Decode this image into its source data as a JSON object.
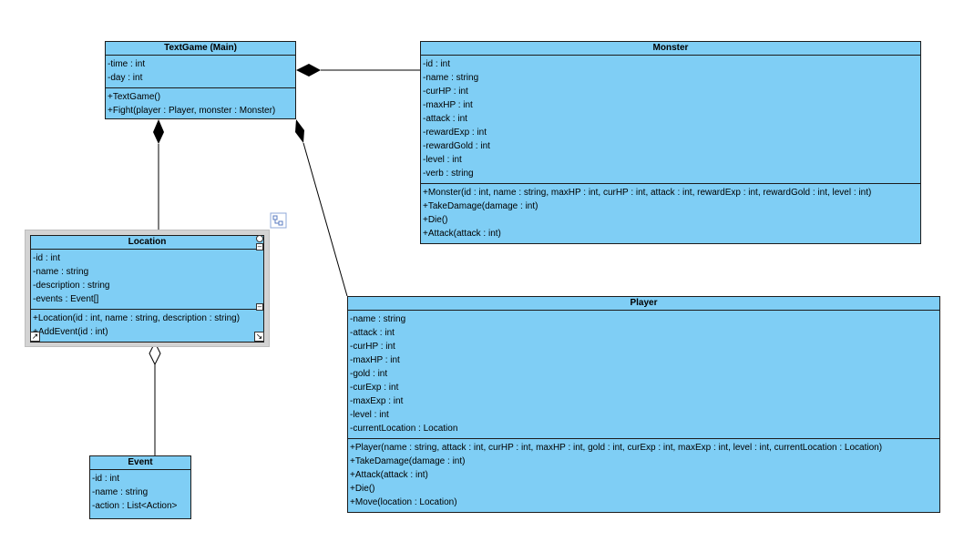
{
  "classes": {
    "textgame": {
      "name": "TextGame (Main)",
      "attributes": [
        "-time : int",
        "-day : int"
      ],
      "operations": [
        "+TextGame()",
        "+Fight(player : Player, monster : Monster)"
      ]
    },
    "monster": {
      "name": "Monster",
      "attributes": [
        "-id : int",
        "-name : string",
        "-curHP : int",
        "-maxHP : int",
        "-attack : int",
        "-rewardExp : int",
        "-rewardGold : int",
        "-level : int",
        "-verb : string"
      ],
      "operations": [
        "+Monster(id : int, name : string, maxHP : int, curHP : int, attack : int, rewardExp : int, rewardGold : int, level : int)",
        "+TakeDamage(damage : int)",
        "+Die()",
        "+Attack(attack : int)"
      ]
    },
    "location": {
      "name": "Location",
      "attributes": [
        "-id : int",
        "-name : string",
        "-description : string",
        "-events : Event[]"
      ],
      "operations": [
        "+Location(id : int, name : string, description : string)",
        "+AddEvent(id : int)"
      ]
    },
    "player": {
      "name": "Player",
      "attributes": [
        "-name : string",
        "-attack : int",
        "-curHP : int",
        "-maxHP : int",
        "-gold : int",
        "-curExp : int",
        "-maxExp : int",
        "-level : int",
        "-currentLocation : Location"
      ],
      "operations": [
        "+Player(name : string, attack : int, curHP : int, maxHP : int, gold : int, curExp : int, maxExp : int, level : int, currentLocation : Location)",
        "+TakeDamage(damage : int)",
        "+Attack(attack : int)",
        "+Die()",
        "+Move(location : Location)"
      ]
    },
    "event": {
      "name": "Event",
      "attributes": [
        "-id : int",
        "-name : string",
        "-action : List<Action>"
      ],
      "operations": []
    }
  },
  "colors": {
    "class_fill": "#7fcef5",
    "border": "#1c1c1c",
    "selection_frame": "#d3d3d3"
  }
}
